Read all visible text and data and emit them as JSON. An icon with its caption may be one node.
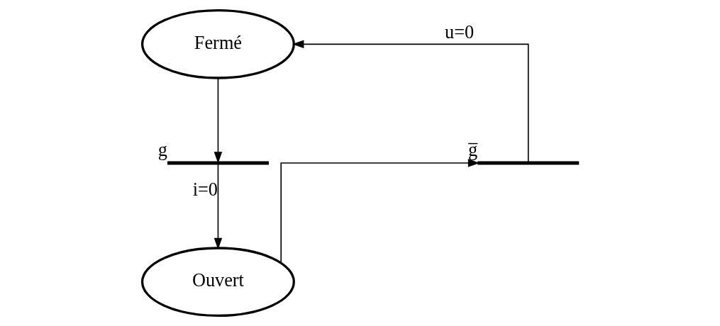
{
  "diagram": {
    "nodes": [
      {
        "text": [
          "Fermé"
        ]
      },
      {
        "text": [
          "Ouvert"
        ]
      },
      {
        "text": [],
        "shape": "bar",
        "beside": [
          "g"
        ]
      },
      {
        "text": [],
        "shape": "bar",
        "beside": [
          "g̅"
        ]
      }
    ],
    "edges": [
      {
        "from": 0,
        "to": 2,
        "arrow": "to"
      },
      {
        "from": 2,
        "to": 1,
        "arrow": "to",
        "label": "i=0"
      },
      {
        "from": 1,
        "to": 3,
        "arrow": "to"
      },
      {
        "from": 3,
        "to": 0,
        "arrow": "to",
        "label": "u=0"
      }
    ]
  }
}
